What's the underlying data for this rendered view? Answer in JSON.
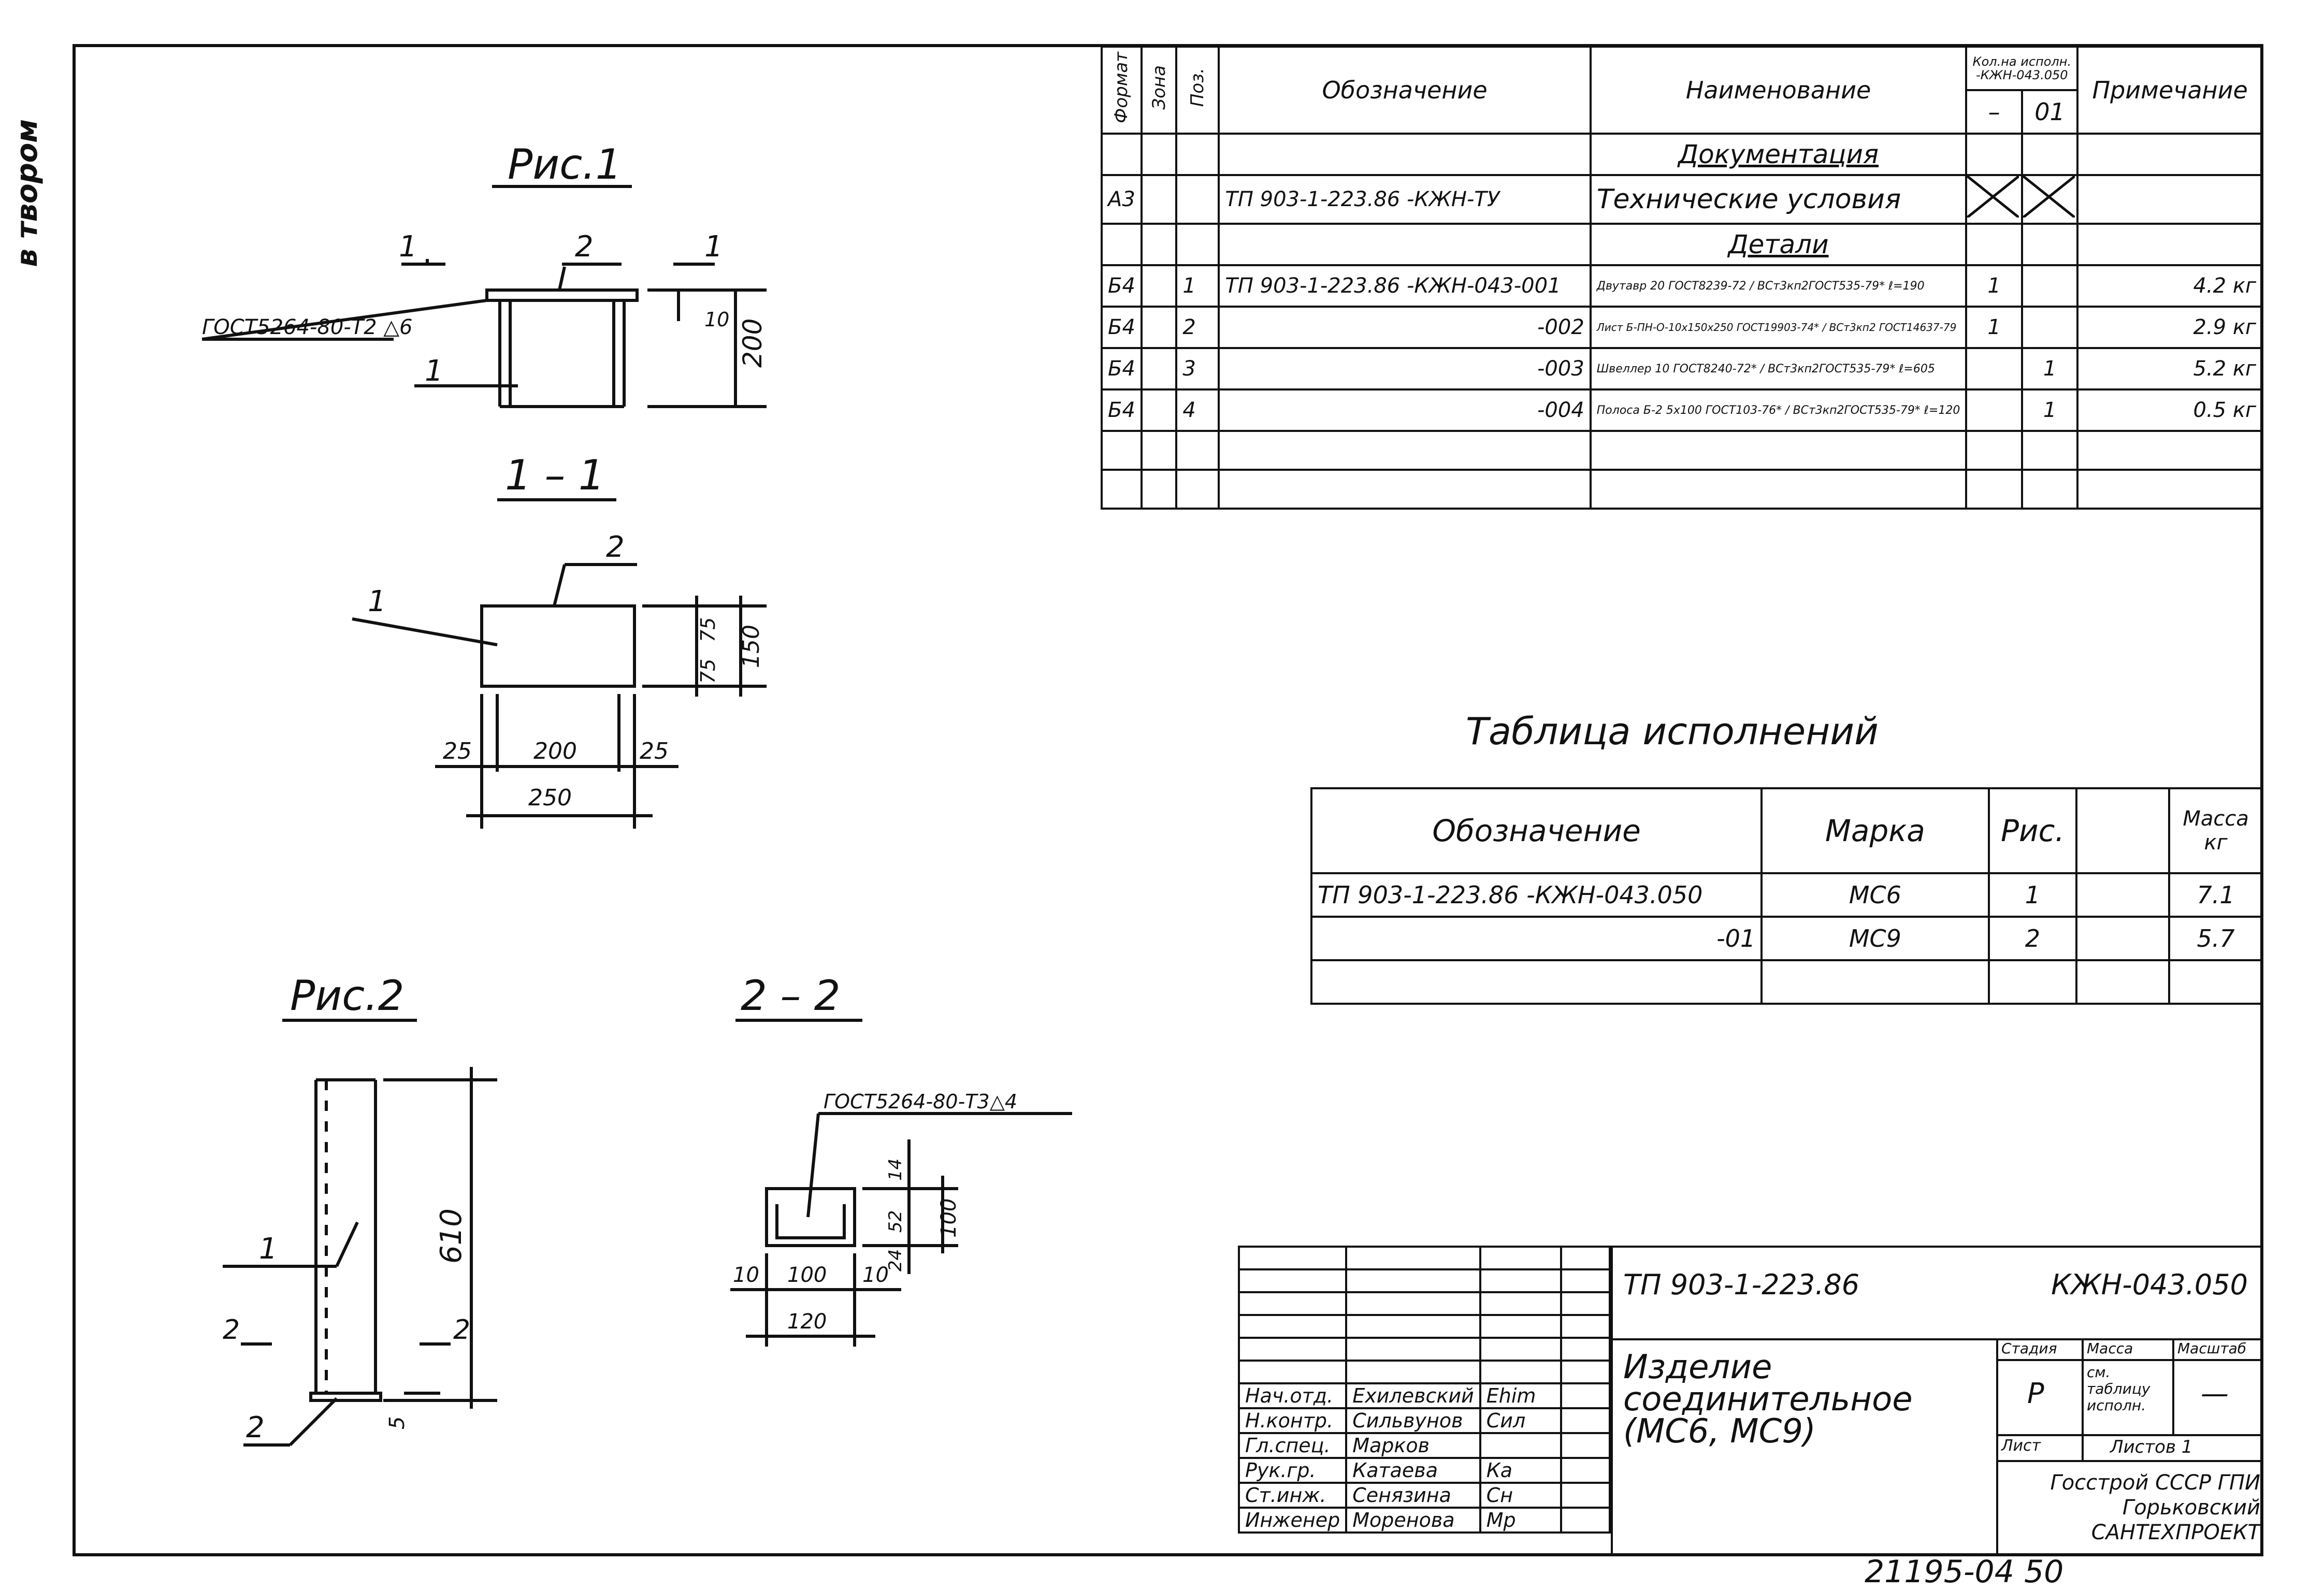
{
  "side_label": "в твором",
  "figures": {
    "fig1_title": "Рис.1",
    "fig1_section_label_left": "1",
    "fig1_section_label_right": "1",
    "fig1_weld": "ГОСТ5264-80-Т2 △6",
    "fig1_pos1": "1",
    "fig1_pos2": "2",
    "fig1_dim_10": "10",
    "fig1_dim_200": "200",
    "sec11_title": "1 – 1",
    "sec11_pos1": "1",
    "sec11_pos2": "2",
    "sec11_dim_75a": "75",
    "sec11_dim_75b": "75",
    "sec11_dim_150": "150",
    "sec11_dim_25a": "25",
    "sec11_dim_200": "200",
    "sec11_dim_25b": "25",
    "sec11_dim_250": "250",
    "fig2_title": "Рис.2",
    "fig2_pos1": "1",
    "fig2_pos2": "2",
    "fig2_sec_left": "2",
    "fig2_sec_right": "2",
    "fig2_dim_610": "610",
    "fig2_dim_5": "5",
    "sec22_title": "2 – 2",
    "sec22_weld": "ГОСТ5264-80-Т3△4",
    "sec22_dim_14": "14",
    "sec22_dim_52": "52",
    "sec22_dim_24": "24",
    "sec22_dim_100v": "100",
    "sec22_dim_10a": "10",
    "sec22_dim_100": "100",
    "sec22_dim_10b": "10",
    "sec22_dim_120": "120"
  },
  "spec": {
    "headers": {
      "format": "Формат",
      "zone": "Зона",
      "pos": "Поз.",
      "designation": "Обозначение",
      "name": "Наименование",
      "qty_top": "Кол.на исполн. -КЖН-043.050",
      "qty_dash": "–",
      "qty_01": "01",
      "note": "Примечание"
    },
    "section_docs": "Документация",
    "section_details": "Детали",
    "rows": [
      {
        "format": "А3",
        "pos": "",
        "designation": "ТП 903-1-223.86 -КЖН-ТУ",
        "name": "Технические условия",
        "q1": "",
        "q2": "",
        "note": ""
      },
      {
        "format": "Б4",
        "pos": "1",
        "designation": "ТП 903-1-223.86 -КЖН-043-001",
        "name": "Двутавр 20 ГОСТ8239-72 / ВСт3кп2ГОСТ535-79* ℓ=190",
        "q1": "1",
        "q2": "",
        "note": "4.2 кг"
      },
      {
        "format": "Б4",
        "pos": "2",
        "designation": "-002",
        "name": "Лист Б-ПН-О-10х150х250 ГОСТ19903-74* / ВСт3кп2 ГОСТ14637-79",
        "q1": "1",
        "q2": "",
        "note": "2.9 кг"
      },
      {
        "format": "Б4",
        "pos": "3",
        "designation": "-003",
        "name": "Швеллер 10 ГОСТ8240-72* / ВСт3кп2ГОСТ535-79* ℓ=605",
        "q1": "",
        "q2": "1",
        "note": "5.2 кг"
      },
      {
        "format": "Б4",
        "pos": "4",
        "designation": "-004",
        "name": "Полоса Б-2 5х100 ГОСТ103-76* / ВСт3кп2ГОСТ535-79* ℓ=120",
        "q1": "",
        "q2": "1",
        "note": "0.5 кг"
      }
    ]
  },
  "exe_table": {
    "title": "Таблица исполнений",
    "headers": {
      "designation": "Обозначение",
      "mark": "Марка",
      "fig": "Рис.",
      "blank": "",
      "mass": "Масса кг"
    },
    "rows": [
      {
        "designation": "ТП 903-1-223.86 -КЖН-043.050",
        "mark": "МС6",
        "fig": "1",
        "blank": "",
        "mass": "7.1"
      },
      {
        "designation": "-01",
        "mark": "МС9",
        "fig": "2",
        "blank": "",
        "mass": "5.7"
      }
    ]
  },
  "title_block": {
    "project_code": "ТП 903-1-223.86",
    "doc_code": "КЖН-043.050",
    "name": "Изделие соединительное (МС6, МС9)",
    "stage_label": "Стадия",
    "mass_label": "Масса",
    "scale_label": "Масштаб",
    "stage_value": "Р",
    "mass_value": "см. таблицу исполн.",
    "scale_value": "—",
    "sheet_label": "Лист",
    "sheets_label": "Листов 1",
    "org": "Госстрой СССР ГПИ Горьковский САНТЕХПРОЕКТ",
    "staff": [
      {
        "role": "Нач.отд.",
        "name": "Ехилевский",
        "sign": "Ehim"
      },
      {
        "role": "Н.контр.",
        "name": "Сильвунов",
        "sign": "Сил"
      },
      {
        "role": "Гл.спец.",
        "name": "Марков",
        "sign": ""
      },
      {
        "role": "Рук.гр.",
        "name": "Катаева",
        "sign": "Ка"
      },
      {
        "role": "Ст.инж.",
        "name": "Сенязина",
        "sign": "Сн"
      },
      {
        "role": "Инженер",
        "name": "Моренова",
        "sign": "Мр"
      }
    ]
  },
  "footer_number": "21195-04  50"
}
